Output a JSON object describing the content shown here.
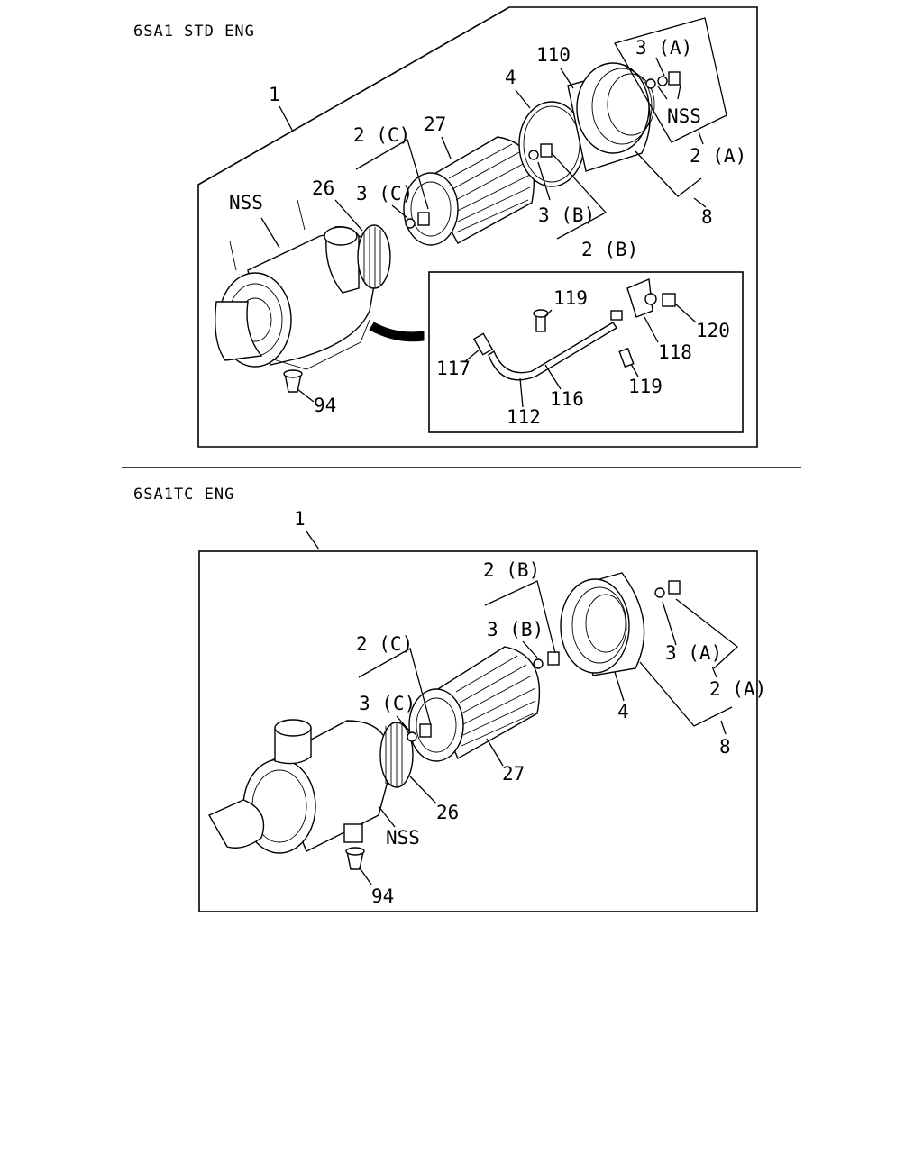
{
  "top": {
    "caption": "6SA1 STD ENG",
    "labels": {
      "assembly": "1",
      "cover": "110",
      "gasket": "4",
      "element": "27",
      "cap_a": "3 (A)",
      "nss_a": "NSS",
      "kit_a": "2 (A)",
      "kit_8": "8",
      "kit_c": "2 (C)",
      "cap_c": "3 (C)",
      "ring": "26",
      "nss_body": "NSS",
      "cap_b": "3 (B)",
      "kit_b": "2 (B)",
      "valve": "94"
    },
    "detail": {
      "bolt_top": "119",
      "nut": "120",
      "bracket": "118",
      "bolt_bottom": "119",
      "sensor": "117",
      "clamp": "116",
      "pipe": "112"
    }
  },
  "bottom": {
    "caption": "6SA1TC ENG",
    "labels": {
      "assembly": "1",
      "kit_b": "2 (B)",
      "cap_b": "3 (B)",
      "kit_c": "2 (C)",
      "cap_c": "3 (C)",
      "cap_a": "3 (A)",
      "kit_a": "2 (A)",
      "gasket": "4",
      "kit_8": "8",
      "element": "27",
      "ring": "26",
      "nss_body": "NSS",
      "valve": "94"
    }
  }
}
